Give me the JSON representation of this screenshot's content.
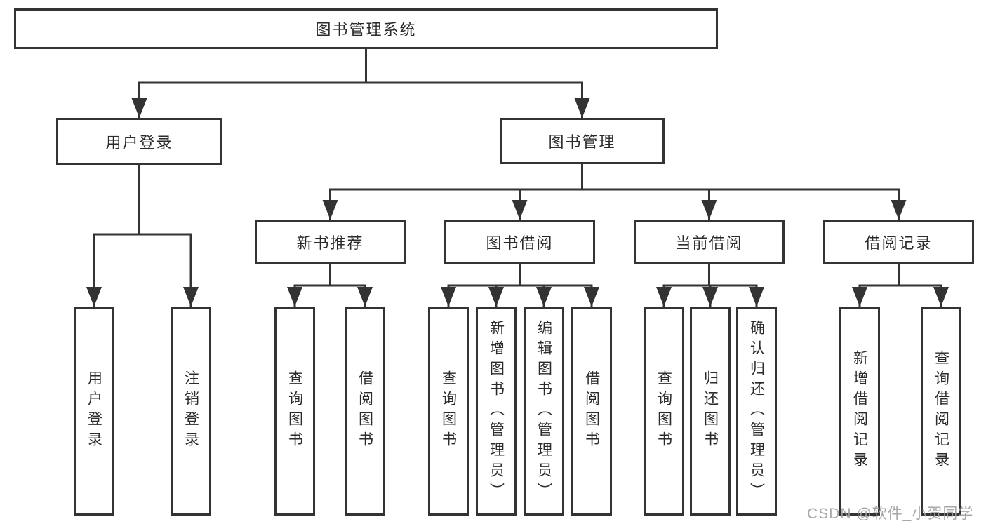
{
  "colors": {
    "line": "#333333",
    "box_border": "#333333",
    "box_bg": "#ffffff",
    "text": "#2b2b2b",
    "watermark": "#a0a0a0"
  },
  "watermark": "CSDN @软件_小贺同学",
  "tree": {
    "root": {
      "label": "图书管理系统"
    },
    "login": {
      "label": "用户登录",
      "leaves": [
        "用户登录",
        "注销登录"
      ]
    },
    "mgmt": {
      "label": "图书管理",
      "groups": {
        "rec": {
          "label": "新书推荐",
          "leaves": [
            "查询图书",
            "借阅图书"
          ]
        },
        "borrow": {
          "label": "图书借阅",
          "leaves": [
            "查询图书",
            "新增图书（管理员）",
            "编辑图书（管理员）",
            "借阅图书"
          ]
        },
        "current": {
          "label": "当前借阅",
          "leaves": [
            "查询图书",
            "归还图书",
            "确认归还（管理员）"
          ]
        },
        "records": {
          "label": "借阅记录",
          "leaves": [
            "新增借阅记录",
            "查询借阅记录"
          ]
        }
      }
    }
  }
}
